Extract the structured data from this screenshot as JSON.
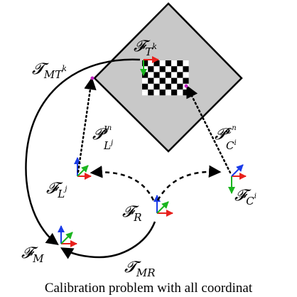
{
  "frames": {
    "target": {
      "base": "𝓕",
      "sub": "T",
      "supsub": "k"
    },
    "lidar": {
      "base": "𝓕",
      "sub": "L",
      "supsub": "j"
    },
    "camera": {
      "base": "𝓕",
      "sub": "C",
      "supsub": "i"
    },
    "robot": {
      "base": "𝓕",
      "sub": "R"
    },
    "map": {
      "base": "𝓕",
      "sub": "M"
    }
  },
  "transforms": {
    "map_target": {
      "base": "𝓣",
      "sub": "MT",
      "supsub": "k"
    },
    "map_robot": {
      "base": "𝓣",
      "sub": "MR"
    }
  },
  "projections": {
    "lidar": {
      "base": "𝓟",
      "sup": "l",
      "supsup": "n",
      "sub": "L",
      "supsub": "j"
    },
    "camera": {
      "base": "𝓟",
      "sup": "c",
      "supsup": "n",
      "sub": "C",
      "supsub": "i"
    }
  },
  "caption": "Calibration problem with all coordinat",
  "colors": {
    "axis_x": "#e8201c",
    "axis_y": "#1ab51f",
    "axis_z": "#1a3be8",
    "target_fill": "#c8c8c8",
    "point": "#c020c0"
  }
}
